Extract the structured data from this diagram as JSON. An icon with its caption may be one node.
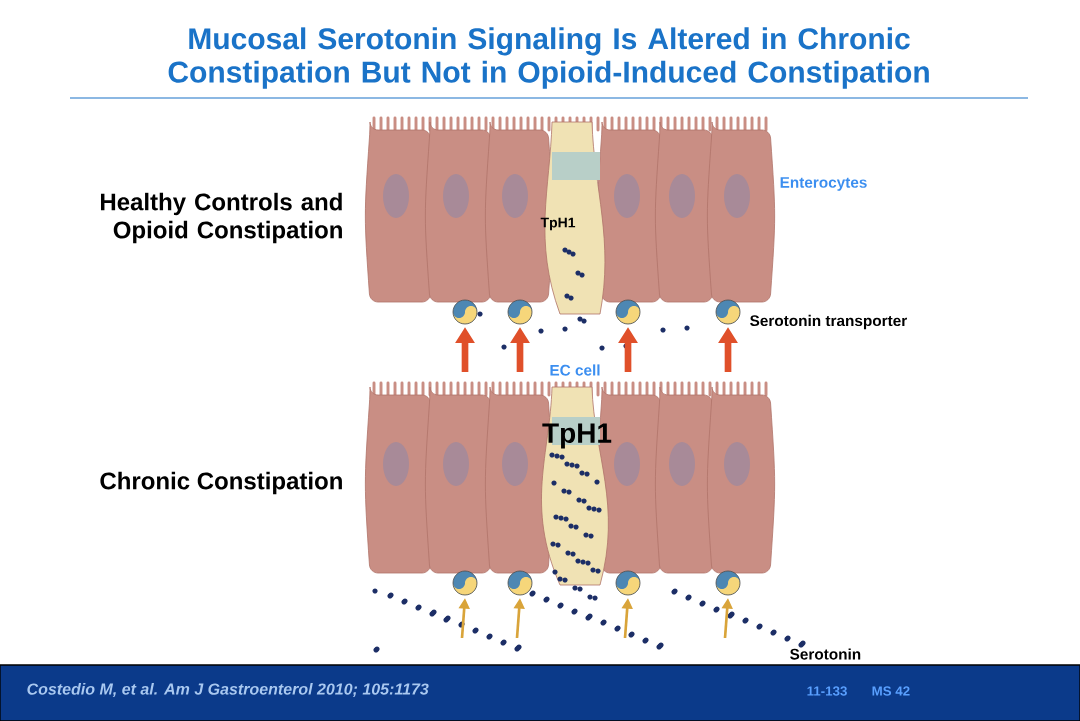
{
  "diagram": {
    "title": "Mucosal Serotonin Signaling Is Altered in Chronic Constipation But Not in Opioid-Induced Constipation",
    "labels": [
      "Healthy Controls and Opioid Constipation",
      "Enterocytes",
      "TpH1",
      "Serotonin transporter",
      "EC cell",
      "TpH1",
      "Chronic Constipation",
      "Serotonin",
      "Costedio M, et al. Am J Gastroenterol 2010; 105:1173",
      "11-133",
      "MS 42"
    ]
  }
}
